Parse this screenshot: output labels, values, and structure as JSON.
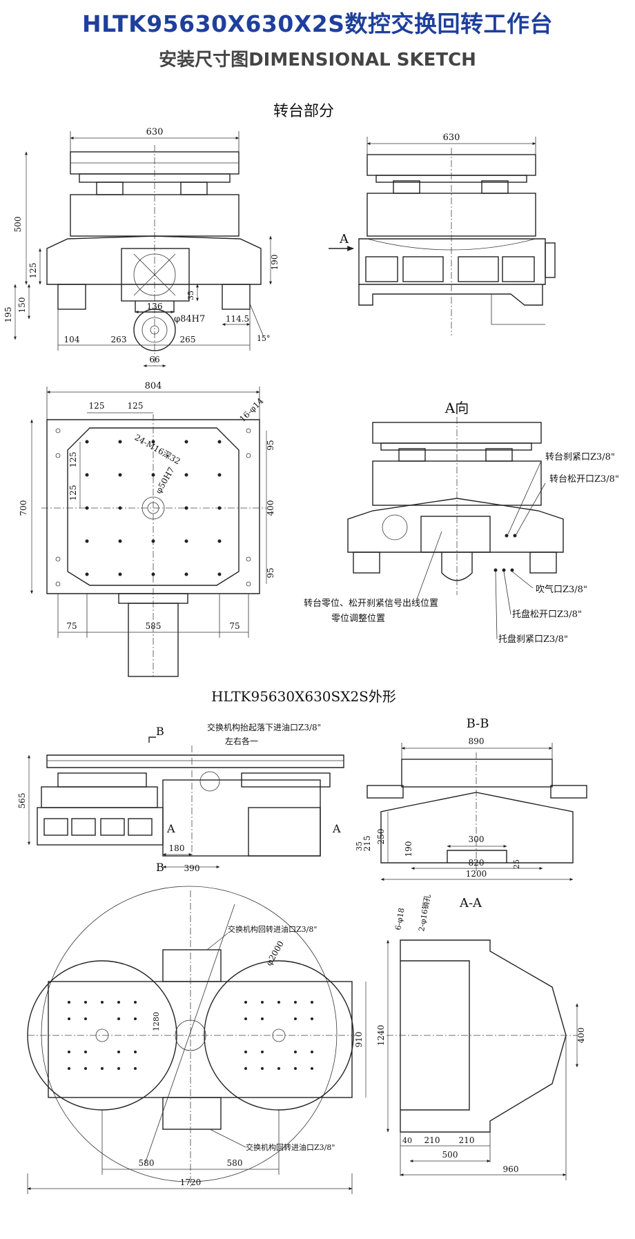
{
  "header": {
    "title": "HLTK95630X630X2S数控交换回转工作台",
    "subtitle": "安装尺寸图DIMENSIONAL SKETCH"
  },
  "section1": {
    "title": "转台部分",
    "dims": {
      "d630a": "630",
      "d500": "500",
      "d125": "125",
      "d190": "190",
      "d35": "35",
      "d136": "136",
      "d84h7": "φ84H7",
      "d150": "150",
      "d195": "195",
      "d1145": "114.5",
      "d15deg": "15°",
      "d104": "104",
      "d263": "263",
      "d265": "265",
      "d66": "66",
      "d630b": "630",
      "arrowA": "A"
    }
  },
  "plan": {
    "dims": {
      "d804": "804",
      "d125a": "125",
      "d125b": "125",
      "d16phi14": "16-φ14",
      "d24m16": "24-M16深32",
      "d125c": "125",
      "d125d": "125",
      "d50h7": "φ50H7",
      "d95a": "95",
      "d400": "400",
      "d95b": "95",
      "d700": "700",
      "d75a": "75",
      "d585": "585",
      "d75b": "75"
    }
  },
  "viewA": {
    "title": "A向",
    "labels": {
      "clamp": "转台刹紧口Z3/8\"",
      "release": "转台松开口Z3/8\"",
      "air": "吹气口Z3/8\"",
      "palletRelease": "托盘松开口Z3/8\"",
      "palletClamp": "托盘刹紧口Z3/8\"",
      "signal1": "转台零位、松开刹紧信号出线位置",
      "signal2": "零位调整位置"
    }
  },
  "section2": {
    "title": "HLTK95630X630SX2S外形",
    "labels": {
      "b1": "B",
      "b2": "B",
      "oil1": "交换机构抬起落下进油口Z3/8\"",
      "oil2": "左右各一",
      "d565": "565",
      "a1": "A",
      "a2": "A",
      "d180": "180",
      "d390": "390"
    }
  },
  "bb": {
    "title": "B-B",
    "dims": {
      "d890": "890",
      "d250": "250",
      "d215": "215",
      "d35": "35",
      "d190": "190",
      "d300": "300",
      "d820": "820",
      "d25": "25",
      "d1200": "1200"
    }
  },
  "bottom": {
    "labels": {
      "oil3": "交换机构回转进油口Z3/8\"",
      "oil4": "交换机构回转进油口Z3/8\"",
      "d2000": "φ2000",
      "d910": "910",
      "d1280": "1280",
      "d580a": "580",
      "d580b": "580",
      "d1720": "1720"
    }
  },
  "aa": {
    "title": "A-A",
    "dims": {
      "d6phi18": "6-φ18",
      "d2phi16": "2-φ16销孔",
      "d1240": "1240",
      "d400": "400",
      "d40": "40",
      "d210a": "210",
      "d210b": "210",
      "d500": "500",
      "d960": "960"
    }
  }
}
